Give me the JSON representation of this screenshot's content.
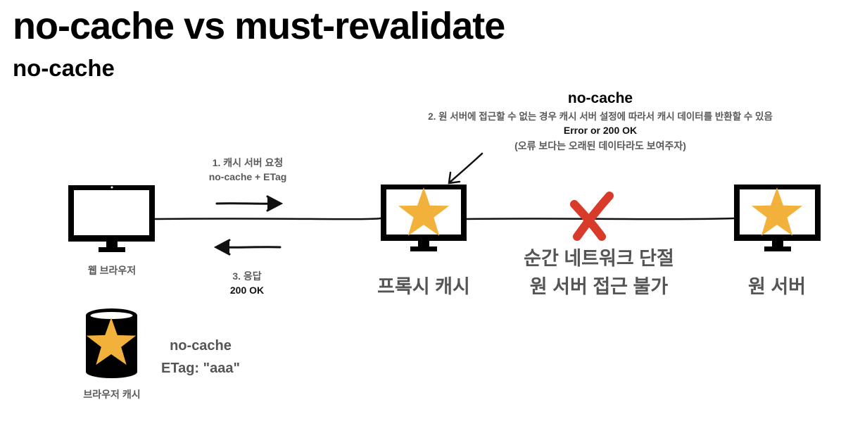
{
  "header": {
    "title": "no-cache vs must-revalidate",
    "subtitle": "no-cache"
  },
  "note": {
    "heading": "no-cache",
    "line1": "2. 원 서버에 접근할 수 없는 경우 캐시 서버 설정에 따라서 캐시 데이터를 반환할 수 있음",
    "line2": "Error or 200 OK",
    "line3": "(오류 보다는 오래된 데이타라도 보여주자)"
  },
  "request": {
    "line1": "1. 캐시 서버 요청",
    "line2": "no-cache + ETag"
  },
  "response": {
    "line1": "3. 응답",
    "line2": "200 OK"
  },
  "nodes": {
    "browser": "웹 브라우저",
    "proxy": "프록시 캐시",
    "origin": "원 서버"
  },
  "network": {
    "line1": "순간 네트워크 단절",
    "line2": "원 서버 접근 불가"
  },
  "browser_cache": {
    "label": "브라우저 캐시",
    "directive": "no-cache",
    "etag": "ETag: \"aaa\""
  },
  "colors": {
    "star": "#F2B13A",
    "cross": "#D93B2B",
    "gray_text": "#555555"
  },
  "icons": [
    "monitor-icon",
    "star-icon",
    "database-icon",
    "arrow-right-icon",
    "arrow-left-icon",
    "cross-icon",
    "pointer-arrow-icon"
  ]
}
